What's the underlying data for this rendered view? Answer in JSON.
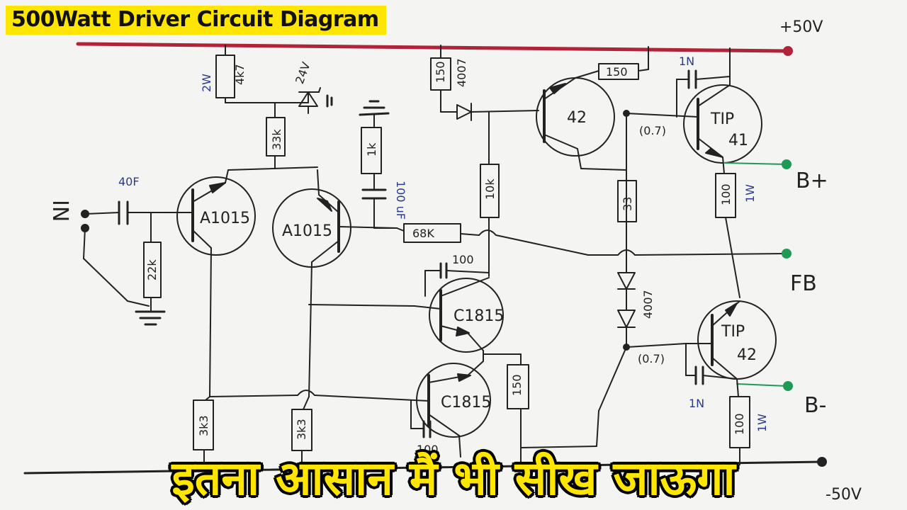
{
  "title": "500Watt Driver Circuit Diagram",
  "caption": "इतना आसान मैं भी सीख जाऊगा",
  "colors": {
    "title_bg": "#ffe600",
    "caption": "#ffe600",
    "positive_rail": "#b0243a",
    "negative_rail": "#222222",
    "output_node": "#1f9a55",
    "ink": "#222222",
    "blue_ink": "#2b3a8c"
  },
  "rails": {
    "positive": "+50V",
    "negative": "-50V"
  },
  "io": {
    "input": "IN",
    "b_plus": "B+",
    "feedback": "FB",
    "b_minus": "B-"
  },
  "transistors": {
    "q1": "A1015",
    "q2": "A1015",
    "q3": "C1815",
    "q4": "C1815",
    "q5": "42",
    "q6_line1": "TIP",
    "q6_line2": "41",
    "q7_line1": "TIP",
    "q7_line2": "42"
  },
  "components": {
    "r_4k7": "4k7",
    "r_4k7_power": "2W",
    "zener": "24V",
    "r_33k": "33k",
    "c_input": "40F",
    "r_22k": "22k",
    "r_1k": "1k",
    "c_100uf": "100 uF",
    "r_150_top": "150",
    "diode_top": "4007",
    "r_150_base": "150",
    "c_1n_top": "1N",
    "r_10k": "10k",
    "r_68k": "68K",
    "c_100_mid": "100",
    "r_33": "33",
    "diode_mid": "4007",
    "r_100_top": "100",
    "r_100_top_power": "1W",
    "r_3k3_left": "3k3",
    "r_3k3_right": "3k3",
    "r_150_low": "150",
    "c_100_low": "100",
    "c_1n_bottom": "1N",
    "r_100_bottom": "100",
    "r_100_bottom_power": "1W",
    "vbe_top": "(0.7)",
    "vbe_bottom": "(0.7)"
  }
}
